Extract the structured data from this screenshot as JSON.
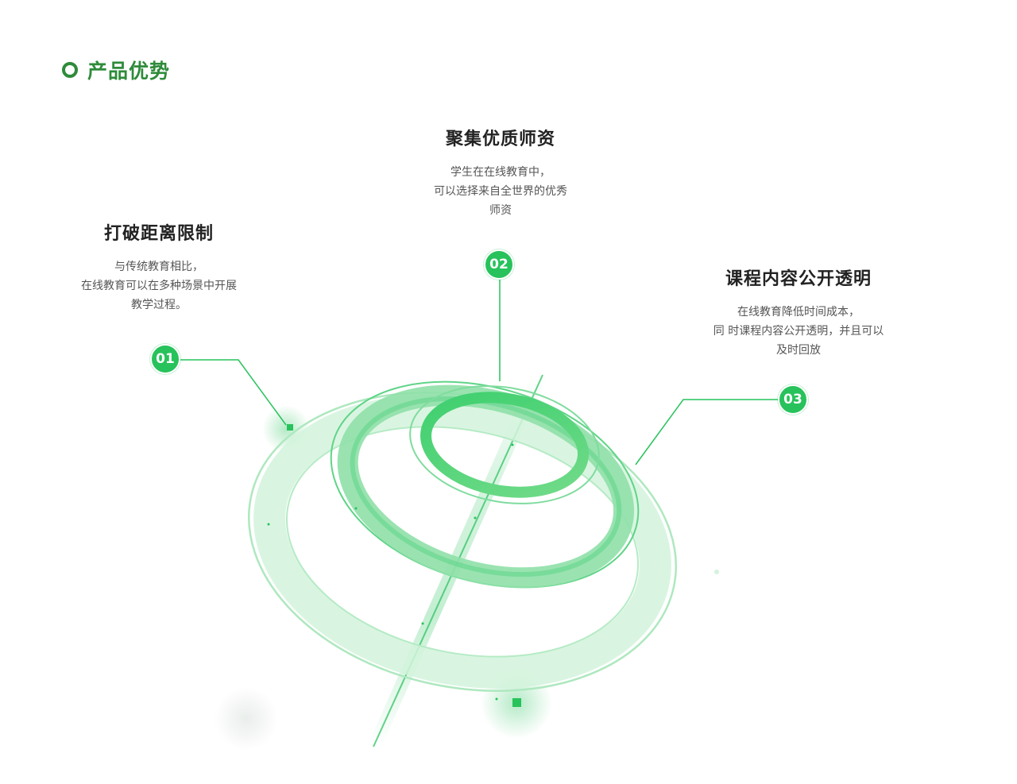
{
  "header": {
    "title": "产品优势"
  },
  "features": [
    {
      "number": "01",
      "title": "打破距离限制",
      "desc_lines": [
        "与传统教育相比，",
        "在线教育可以在多种场景中开展",
        "教学过程。"
      ]
    },
    {
      "number": "02",
      "title": "聚集优质师资",
      "desc_lines": [
        "学生在在线教育中，",
        "可以选择来自全世界的优秀",
        "师资"
      ]
    },
    {
      "number": "03",
      "title": "课程内容公开透明",
      "desc_lines": [
        "在线教育降低时间成本，",
        "同 时课程内容公开透明，并且可以",
        "及时回放"
      ]
    }
  ],
  "colors": {
    "accent": "#27c25b",
    "header": "#2e8b3a",
    "title": "#222222",
    "text": "#555555"
  }
}
